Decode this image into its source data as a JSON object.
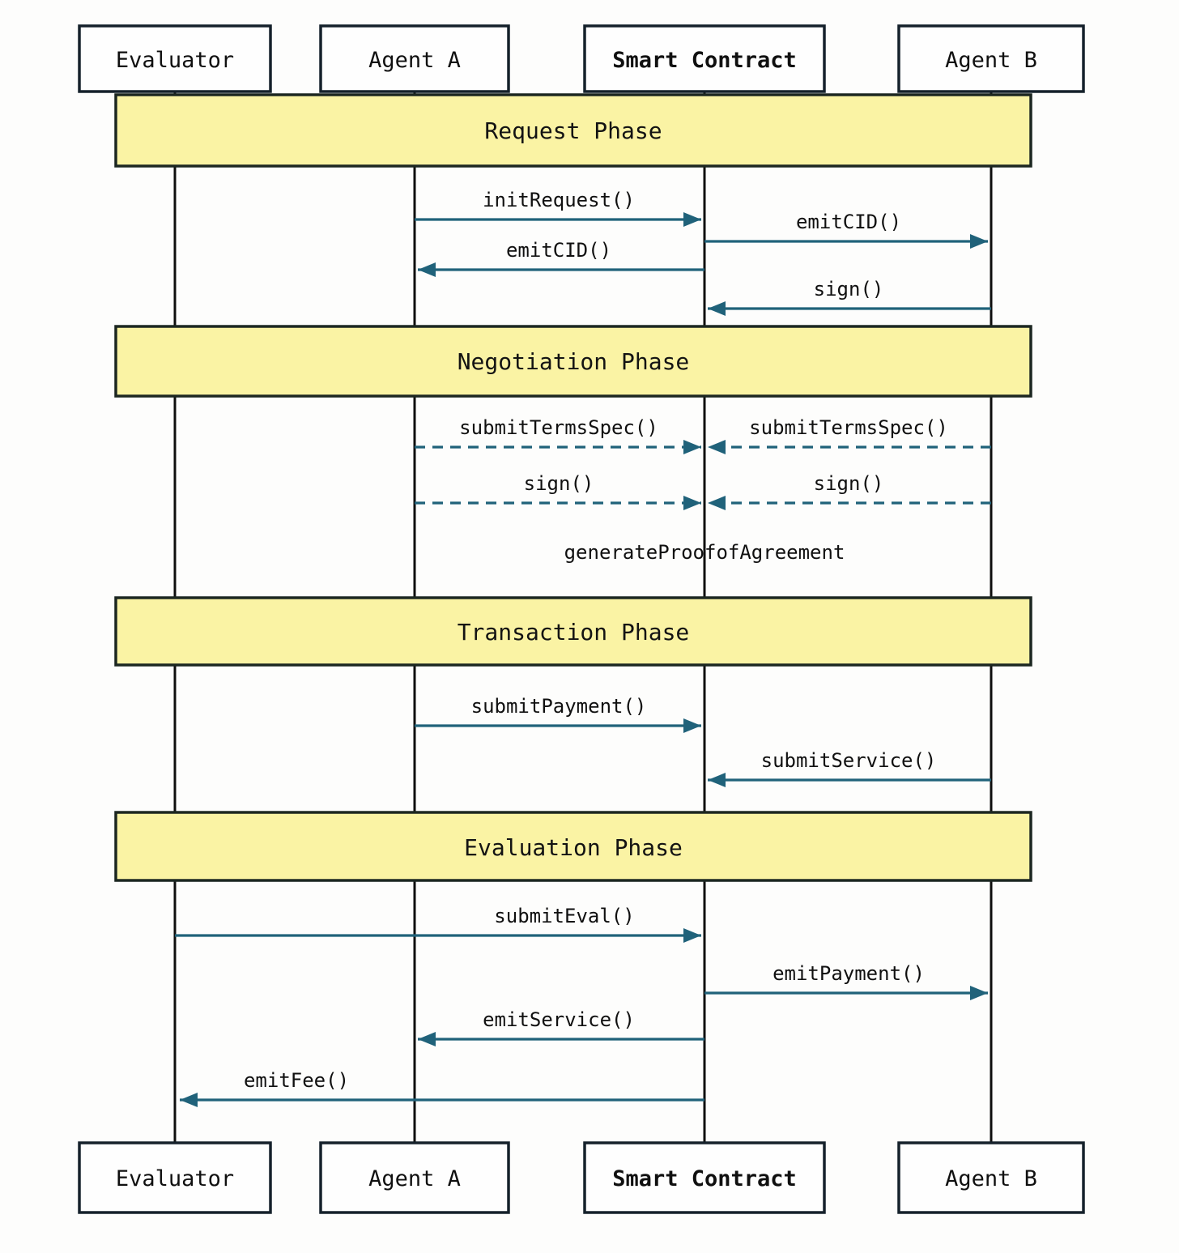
{
  "diagram": {
    "type": "sequence-diagram",
    "actors": [
      {
        "name": "Evaluator",
        "bold": false
      },
      {
        "name": "Agent A",
        "bold": false
      },
      {
        "name": "Smart Contract",
        "bold": true
      },
      {
        "name": "Agent B",
        "bold": false
      }
    ],
    "phases": [
      {
        "label": "Request Phase"
      },
      {
        "label": "Negotiation Phase"
      },
      {
        "label": "Transaction Phase"
      },
      {
        "label": "Evaluation Phase"
      }
    ],
    "messages": [
      {
        "label": "initRequest()",
        "from": "Agent A",
        "to": "Smart Contract",
        "style": "solid",
        "phase": "Request Phase"
      },
      {
        "label": "emitCID()",
        "from": "Smart Contract",
        "to": "Agent B",
        "style": "solid",
        "phase": "Request Phase"
      },
      {
        "label": "emitCID()",
        "from": "Smart Contract",
        "to": "Agent A",
        "style": "solid",
        "phase": "Request Phase"
      },
      {
        "label": "sign()",
        "from": "Agent B",
        "to": "Smart Contract",
        "style": "solid",
        "phase": "Request Phase"
      },
      {
        "label": "submitTermsSpec()",
        "from": "Agent A",
        "to": "Smart Contract",
        "style": "dashed",
        "phase": "Negotiation Phase"
      },
      {
        "label": "submitTermsSpec()",
        "from": "Agent B",
        "to": "Smart Contract",
        "style": "dashed",
        "phase": "Negotiation Phase"
      },
      {
        "label": "sign()",
        "from": "Agent A",
        "to": "Smart Contract",
        "style": "dashed",
        "phase": "Negotiation Phase"
      },
      {
        "label": "sign()",
        "from": "Agent B",
        "to": "Smart Contract",
        "style": "dashed",
        "phase": "Negotiation Phase"
      },
      {
        "label": "submitPayment()",
        "from": "Agent A",
        "to": "Smart Contract",
        "style": "solid",
        "phase": "Transaction Phase"
      },
      {
        "label": "submitService()",
        "from": "Agent B",
        "to": "Smart Contract",
        "style": "solid",
        "phase": "Transaction Phase"
      },
      {
        "label": "submitEval()",
        "from": "Evaluator",
        "to": "Smart Contract",
        "style": "solid",
        "phase": "Evaluation Phase"
      },
      {
        "label": "emitPayment()",
        "from": "Smart Contract",
        "to": "Agent B",
        "style": "solid",
        "phase": "Evaluation Phase"
      },
      {
        "label": "emitService()",
        "from": "Smart Contract",
        "to": "Agent A",
        "style": "solid",
        "phase": "Evaluation Phase"
      },
      {
        "label": "emitFee()",
        "from": "Smart Contract",
        "to": "Evaluator",
        "style": "solid",
        "phase": "Evaluation Phase"
      }
    ],
    "note": {
      "label": "generateProofofAgreement",
      "on": "Smart Contract",
      "phase": "Negotiation Phase"
    },
    "colors": {
      "arrow": "#20627a",
      "band_fill": "#faf3a4",
      "band_border": "#1c2721",
      "box_border": "#15212b",
      "text": "#101010",
      "background": "#fdfdfc"
    }
  }
}
